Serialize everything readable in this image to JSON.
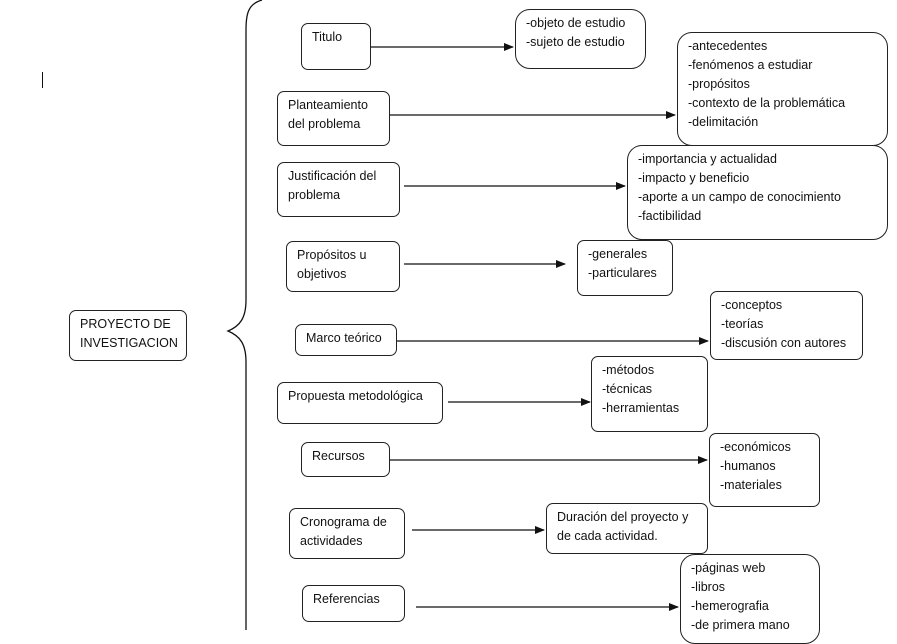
{
  "root": {
    "lines": [
      "PROYECTO DE",
      "INVESTIGACION"
    ]
  },
  "nodes": [
    {
      "lines": [
        "Titulo"
      ]
    },
    {
      "lines": [
        "Planteamiento",
        "del problema"
      ]
    },
    {
      "lines": [
        "Justificación del",
        "problema"
      ]
    },
    {
      "lines": [
        "Propósitos u",
        "objetivos"
      ]
    },
    {
      "lines": [
        "Marco teórico"
      ]
    },
    {
      "lines": [
        "Propuesta metodológica"
      ]
    },
    {
      "lines": [
        "Recursos"
      ]
    },
    {
      "lines": [
        "Cronograma de",
        "actividades"
      ]
    },
    {
      "lines": [
        "Referencias"
      ]
    }
  ],
  "details": [
    {
      "lines": [
        "-objeto de estudio",
        "-sujeto de estudio"
      ]
    },
    {
      "lines": [
        "-antecedentes",
        "-fenómenos a estudiar",
        "-propósitos",
        "-contexto de la problemática",
        "-delimitación"
      ]
    },
    {
      "lines": [
        "-importancia y actualidad",
        "-impacto y beneficio",
        "-aporte a un campo de conocimiento",
        "-factibilidad"
      ]
    },
    {
      "lines": [
        "-generales",
        "-particulares"
      ]
    },
    {
      "lines": [
        "-conceptos",
        "-teorías",
        "-discusión con autores"
      ]
    },
    {
      "lines": [
        "-métodos",
        "-técnicas",
        "-herramientas"
      ]
    },
    {
      "lines": [
        "-económicos",
        "-humanos",
        "-materiales"
      ]
    },
    {
      "lines": [
        "Duración del proyecto y",
        "de cada actividad."
      ]
    },
    {
      "lines": [
        "-páginas web",
        "-libros",
        "-hemerografia",
        "-de primera mano"
      ]
    }
  ]
}
